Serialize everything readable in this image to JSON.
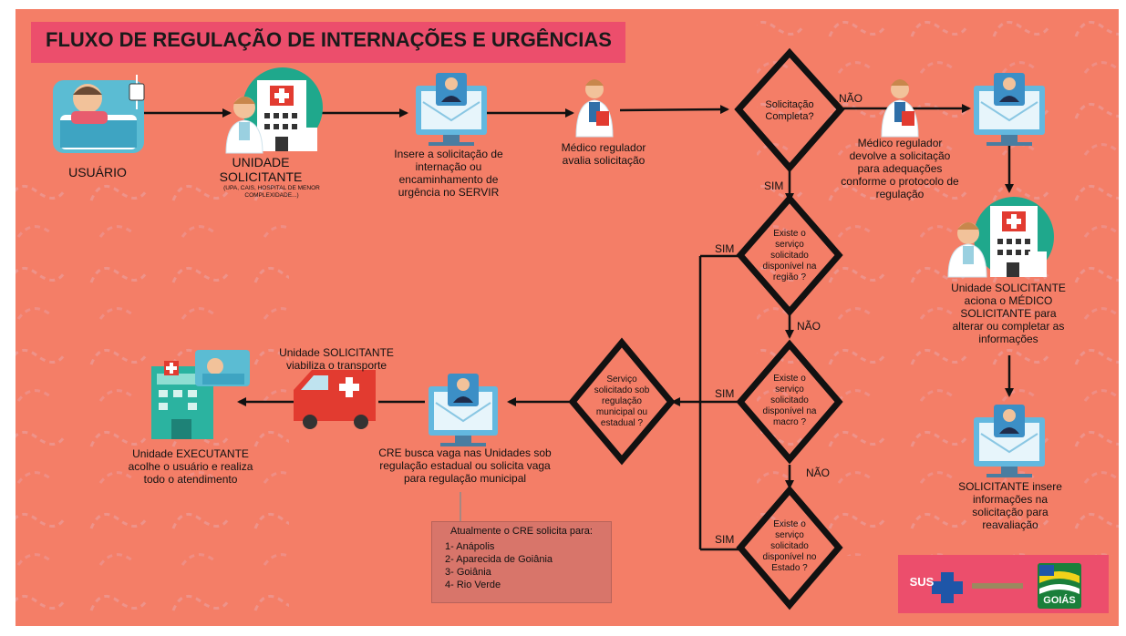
{
  "title": "FLUXO DE REGULAÇÃO DE INTERNAÇÕES E URGÊNCIAS",
  "nodes": {
    "usuario": "USUÁRIO",
    "unidade_solicitante": "UNIDADE SOLICITANTE",
    "unidade_solicitante_sub": "(UPA, CAIS, HOSPITAL DE MENOR COMPLEXIDADE...)",
    "insere": "Insere a solicitação de internação ou encaminhamento de urgência no SERVIR",
    "medico_avalia": "Médico regulador avalia solicitação",
    "medico_devolve": "Médico regulador devolve a solicitação para adequações conforme o protocolo de regulação",
    "unidade_aciona": "Unidade SOLICITANTE aciona o MÉDICO SOLICITANTE para alterar ou completar as informações",
    "solicitante_insere": "SOLICITANTE insere informações na solicitação para reavaliação",
    "cre_busca": "CRE busca vaga nas Unidades sob regulação estadual ou solicita vaga para regulação municipal",
    "transporte": "Unidade SOLICITANTE viabiliza o transporte",
    "executante": "Unidade EXECUTANTE acolhe o usuário e realiza todo o atendimento"
  },
  "decisions": {
    "completa": "Solicitação Completa?",
    "regiao": "Existe o serviço solicitado disponível na região ?",
    "macro": "Existe o serviço solicitado disponível na macro ?",
    "estado": "Existe o serviço solicitado disponível no Estado ?",
    "regulacao": "Serviço solicitado sob regulação municipal ou estadual ?"
  },
  "edges": {
    "nao_completa": "NÃO",
    "sim_completa": "SIM",
    "sim_regiao": "SIM",
    "nao_regiao": "NÃO",
    "sim_macro": "SIM",
    "nao_macro": "NÃO",
    "sim_estado": "SIM"
  },
  "note": {
    "title": "Atualmente o CRE solicita para:",
    "items": [
      "1- Anápolis",
      "2- Aparecida de Goiânia",
      "3- Goiânia",
      "4- Rio Verde"
    ]
  },
  "logos": {
    "sus": "SUS",
    "goias": "GOIÁS"
  },
  "colors": {
    "background": "#f47e67",
    "title_box": "#ec4e6c",
    "teal": "#1fa88c",
    "screen_blue": "#63b8df",
    "ambulance": "#e23b30"
  },
  "icons": [
    "patient-bed-icon",
    "hospital-doctor-icon",
    "computer-user-icon",
    "doctor-icon",
    "ambulance-icon",
    "hospital-executante-icon",
    "sus-logo",
    "goias-logo"
  ]
}
